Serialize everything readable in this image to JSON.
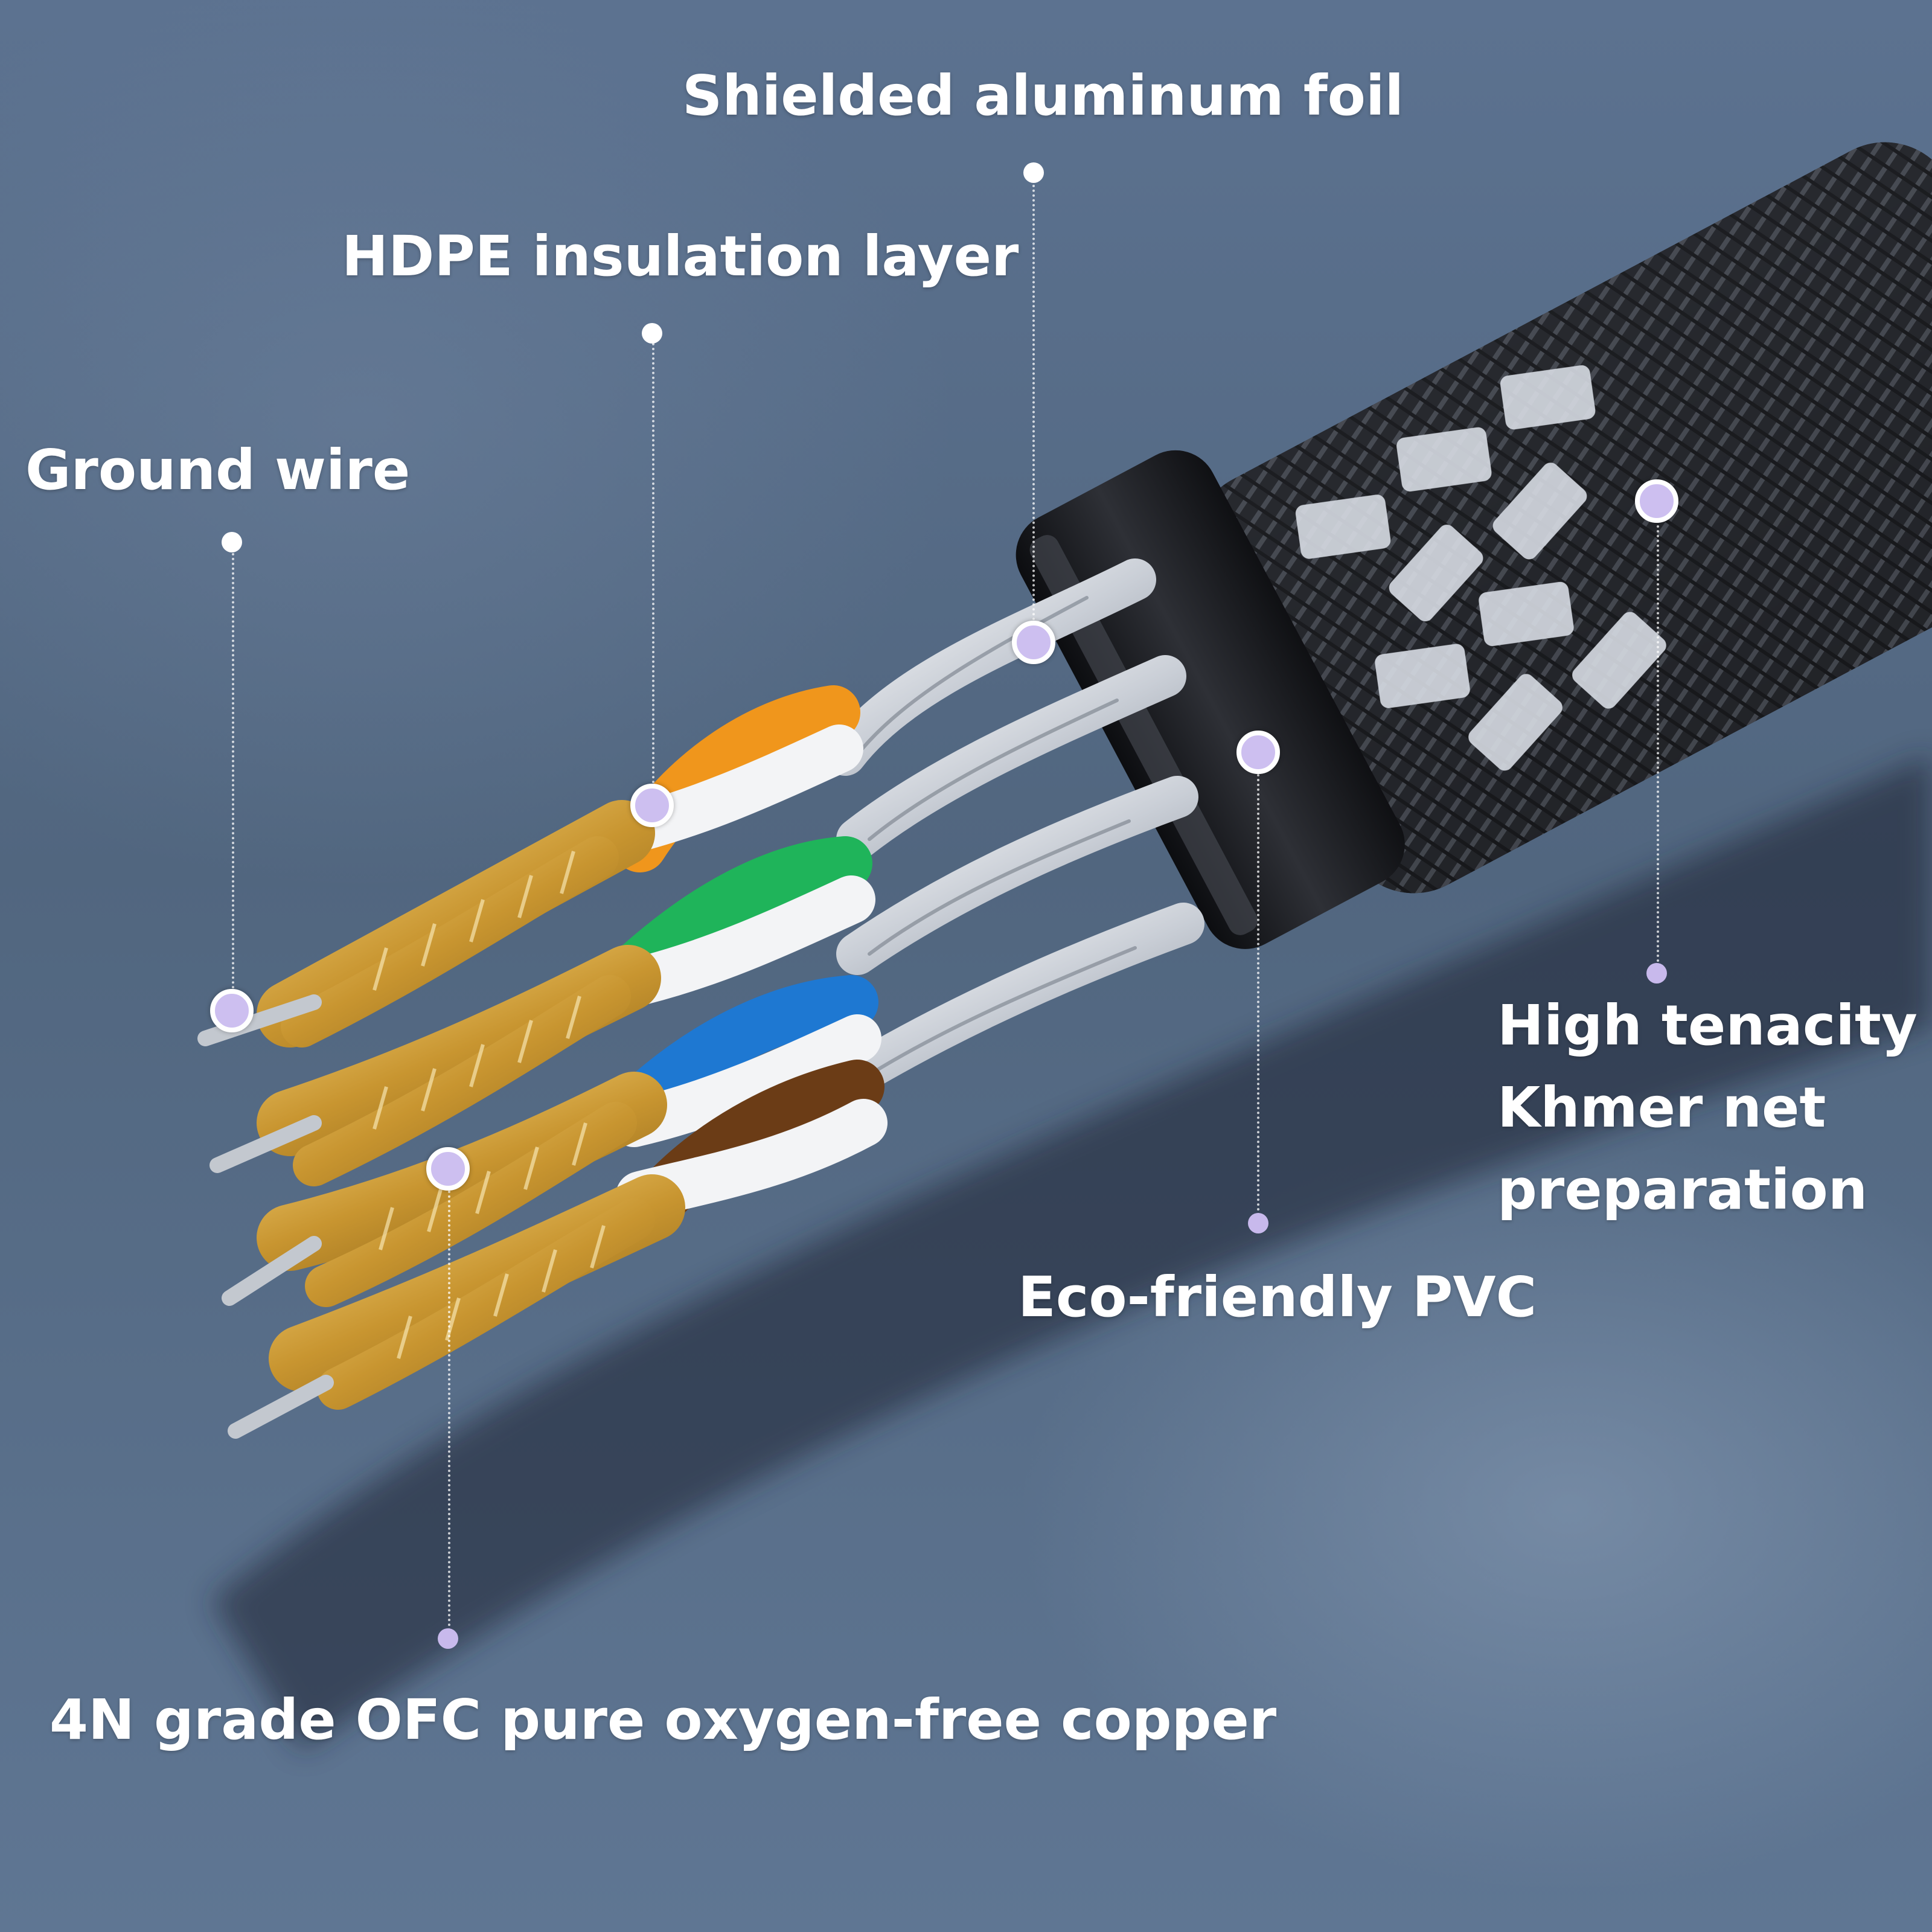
{
  "labels": {
    "shield": "Shielded aluminum foil",
    "hdpe": "HDPE insulation layer",
    "ground": "Ground wire",
    "tenacity_line1": "High tenacity",
    "tenacity_line2": "Khmer net",
    "tenacity_line3": "preparation",
    "pvc": "Eco-friendly PVC",
    "copper": "4N grade OFC pure oxygen-free copper"
  },
  "colors": {
    "background": "#5d7390",
    "label_text": "#ffffff",
    "marker_fill": "#cdbff0",
    "copper": "#d4a53a",
    "pair_orange": "#f0961c",
    "pair_green": "#1fb45a",
    "pair_blue": "#1e78d2",
    "pair_brown": "#6b3c16",
    "braid": "#2a2c31",
    "foil": "#e4e8ee"
  }
}
